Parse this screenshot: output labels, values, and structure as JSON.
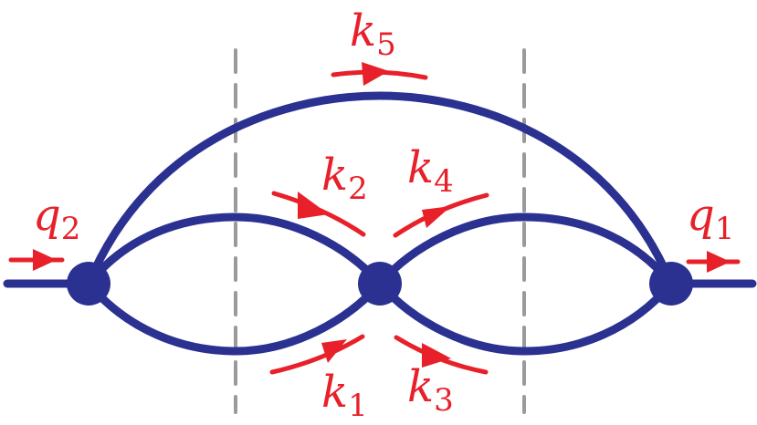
{
  "colors": {
    "propagator": "#2b3190",
    "momentum": "#e8202a",
    "cut": "#9a9a9a",
    "background": "#ffffff"
  },
  "labels": {
    "q1": {
      "base": "q",
      "sub": "1"
    },
    "q2": {
      "base": "q",
      "sub": "2"
    },
    "k1": {
      "base": "k",
      "sub": "1"
    },
    "k2": {
      "base": "k",
      "sub": "2"
    },
    "k3": {
      "base": "k",
      "sub": "3"
    },
    "k4": {
      "base": "k",
      "sub": "4"
    },
    "k5": {
      "base": "k",
      "sub": "5"
    }
  }
}
